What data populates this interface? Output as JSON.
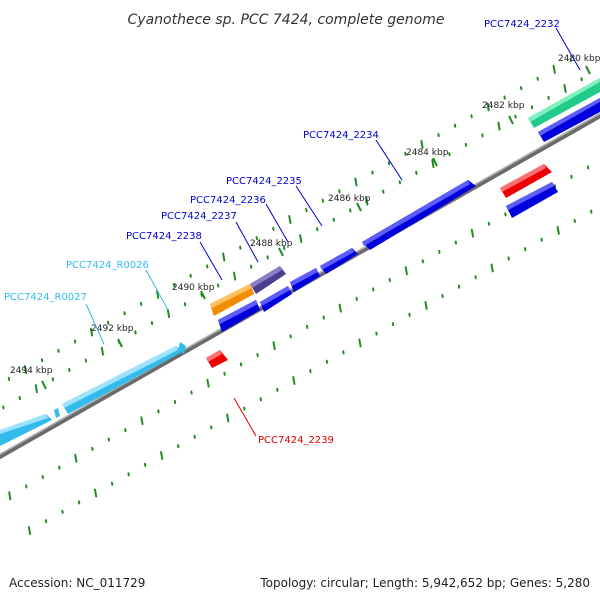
{
  "title": "Cyanothece sp. PCC 7424, complete genome",
  "footer": {
    "accession": "Accession: NC_011729",
    "topology": "Topology: circular; Length: 5,942,652 bp; Genes: 5,280"
  },
  "colors": {
    "backbone": "#808080",
    "tick_major": "#228B22",
    "cds": "#0000DD",
    "cds_reverse": "#EE0000",
    "rna": "#33BBEE",
    "orange": "#F08C00",
    "purple": "#4A3F8C",
    "teal": "#22CC88"
  },
  "scale": {
    "labels": [
      "2480 kbp",
      "2482 kbp",
      "2484 kbp",
      "2486 kbp",
      "2488 kbp",
      "2490 kbp",
      "2492 kbp",
      "2494 kbp"
    ]
  },
  "gene_labels": [
    {
      "text": "PCC7424_2232",
      "color": "#0000CC"
    },
    {
      "text": "PCC7424_2234",
      "color": "#0000CC"
    },
    {
      "text": "PCC7424_2235",
      "color": "#0000CC"
    },
    {
      "text": "PCC7424_2236",
      "color": "#0000CC"
    },
    {
      "text": "PCC7424_2237",
      "color": "#0000CC"
    },
    {
      "text": "PCC7424_2238",
      "color": "#0000CC"
    },
    {
      "text": "PCC7424_R0026",
      "color": "#33BBEE"
    },
    {
      "text": "PCC7424_R0027",
      "color": "#33BBEE"
    },
    {
      "text": "PCC7424_2239",
      "color": "#DD0000"
    }
  ]
}
